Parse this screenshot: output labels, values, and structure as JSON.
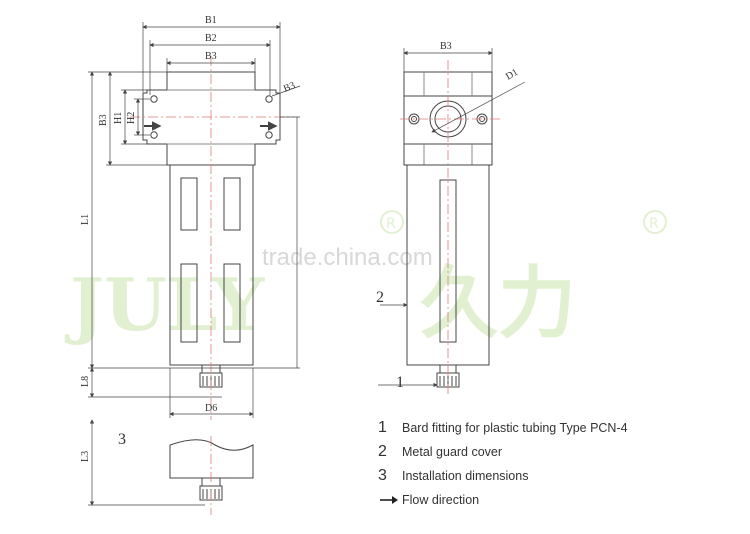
{
  "watermark": {
    "brand": "JULY",
    "chinese": "久力",
    "registered": "R",
    "site": "trade.china.com"
  },
  "dimensions": {
    "b1": "B1",
    "b2": "B2",
    "b3": "B3",
    "h1": "H1",
    "h2": "H2",
    "l1": "L1",
    "l3": "L3",
    "l8": "L8",
    "d1": "D1",
    "d6": "D6"
  },
  "callouts": {
    "guard": "2",
    "fitting": "1",
    "install": "3"
  },
  "legend": {
    "items": [
      {
        "num": "1",
        "text": "Bard fitting for plastic tubing Type PCN-4"
      },
      {
        "num": "2",
        "text": "Metal guard cover"
      },
      {
        "num": "3",
        "text": "Installation dimensions"
      }
    ],
    "flow": "Flow direction",
    "arrow_icon": "right-arrow-icon"
  },
  "colors": {
    "line": "#444444",
    "centerline": "#e07a7a",
    "watermark": "#e2f0d2"
  }
}
